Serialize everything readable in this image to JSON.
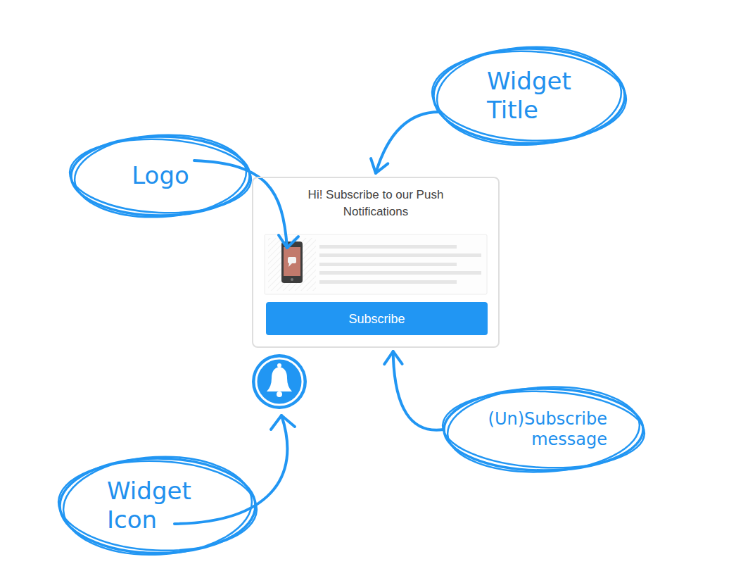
{
  "diagram": {
    "nodes": [
      {
        "text": [
          "Widget Title"
        ]
      },
      {
        "text": [
          "Logo"
        ]
      },
      {
        "text": [
          "Hi! Subscribe to our Push Notifications"
        ]
      },
      {
        "text": [
          "Subscribe"
        ],
        "in": 2
      },
      {
        "text": [
          "(Un)Subscribe message"
        ]
      },
      {
        "text": [
          "Widget Icon"
        ]
      }
    ],
    "edges": [
      {
        "from": 0,
        "to": 2,
        "arrow": "to"
      },
      {
        "from": 4,
        "to": 2,
        "arrow": "to"
      }
    ]
  }
}
